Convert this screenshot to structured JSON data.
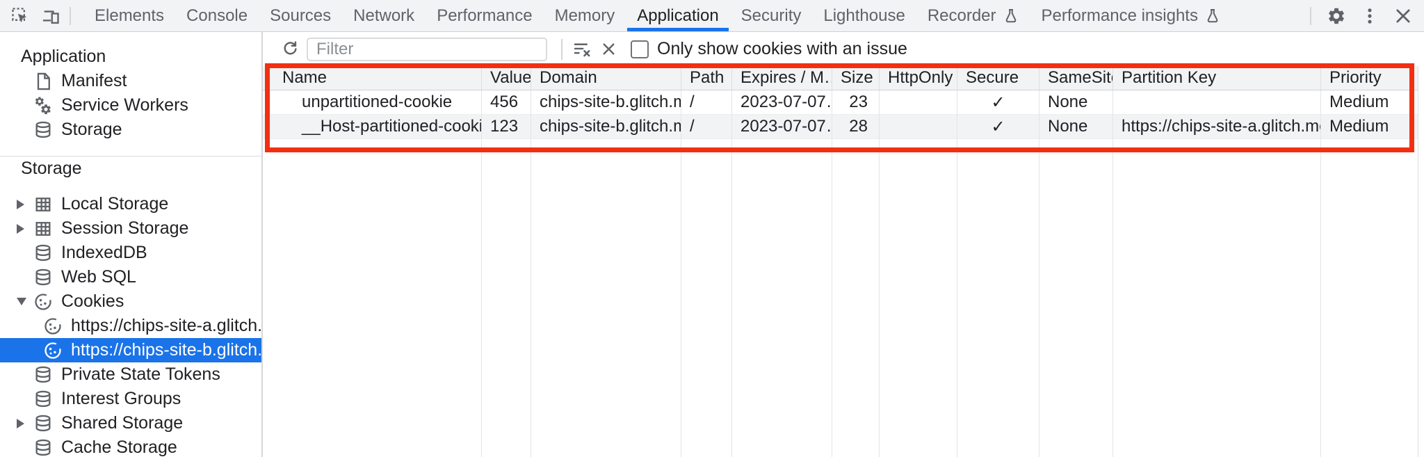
{
  "tabbar": {
    "tabs": [
      {
        "label": "Elements"
      },
      {
        "label": "Console"
      },
      {
        "label": "Sources"
      },
      {
        "label": "Network"
      },
      {
        "label": "Performance"
      },
      {
        "label": "Memory"
      },
      {
        "label": "Application"
      },
      {
        "label": "Security"
      },
      {
        "label": "Lighthouse"
      },
      {
        "label": "Recorder"
      },
      {
        "label": "Performance insights"
      }
    ],
    "selected_tab": "Application"
  },
  "toolbar": {
    "filter_placeholder": "Filter",
    "only_issue_label": "Only show cookies with an issue"
  },
  "sidebar": {
    "sections": [
      {
        "title": "Application",
        "items": [
          {
            "label": "Manifest"
          },
          {
            "label": "Service Workers"
          },
          {
            "label": "Storage"
          }
        ]
      },
      {
        "title": "Storage",
        "items": [
          {
            "label": "Local Storage"
          },
          {
            "label": "Session Storage"
          },
          {
            "label": "IndexedDB"
          },
          {
            "label": "Web SQL"
          },
          {
            "label": "Cookies"
          },
          {
            "label": "https://chips-site-a.glitch.me"
          },
          {
            "label": "https://chips-site-b.glitch.me"
          },
          {
            "label": "Private State Tokens"
          },
          {
            "label": "Interest Groups"
          },
          {
            "label": "Shared Storage"
          },
          {
            "label": "Cache Storage"
          }
        ]
      }
    ],
    "selected_item": "https://chips-site-b.glitch.me"
  },
  "cookies_table": {
    "columns": [
      "Name",
      "Value",
      "Domain",
      "Path",
      "Expires / M…",
      "Size",
      "HttpOnly",
      "Secure",
      "SameSite",
      "Partition Key",
      "Priority"
    ],
    "rows": [
      {
        "name": "unpartitioned-cookie",
        "value": "456",
        "domain": "chips-site-b.glitch.me",
        "path": "/",
        "expires": "2023-07-07…",
        "size": "23",
        "http_only": "",
        "secure": "✓",
        "same_site": "None",
        "partition_key": "",
        "priority": "Medium"
      },
      {
        "name": "__Host-partitioned-cookie",
        "value": "123",
        "domain": "chips-site-b.glitch.me",
        "path": "/",
        "expires": "2023-07-07…",
        "size": "28",
        "http_only": "",
        "secure": "✓",
        "same_site": "None",
        "partition_key": "https://chips-site-a.glitch.me",
        "priority": "Medium"
      }
    ]
  },
  "colors": {
    "accent_blue": "#1a73e8",
    "highlight_red": "#f23011",
    "toolbar_gray": "#f1f3f4"
  }
}
